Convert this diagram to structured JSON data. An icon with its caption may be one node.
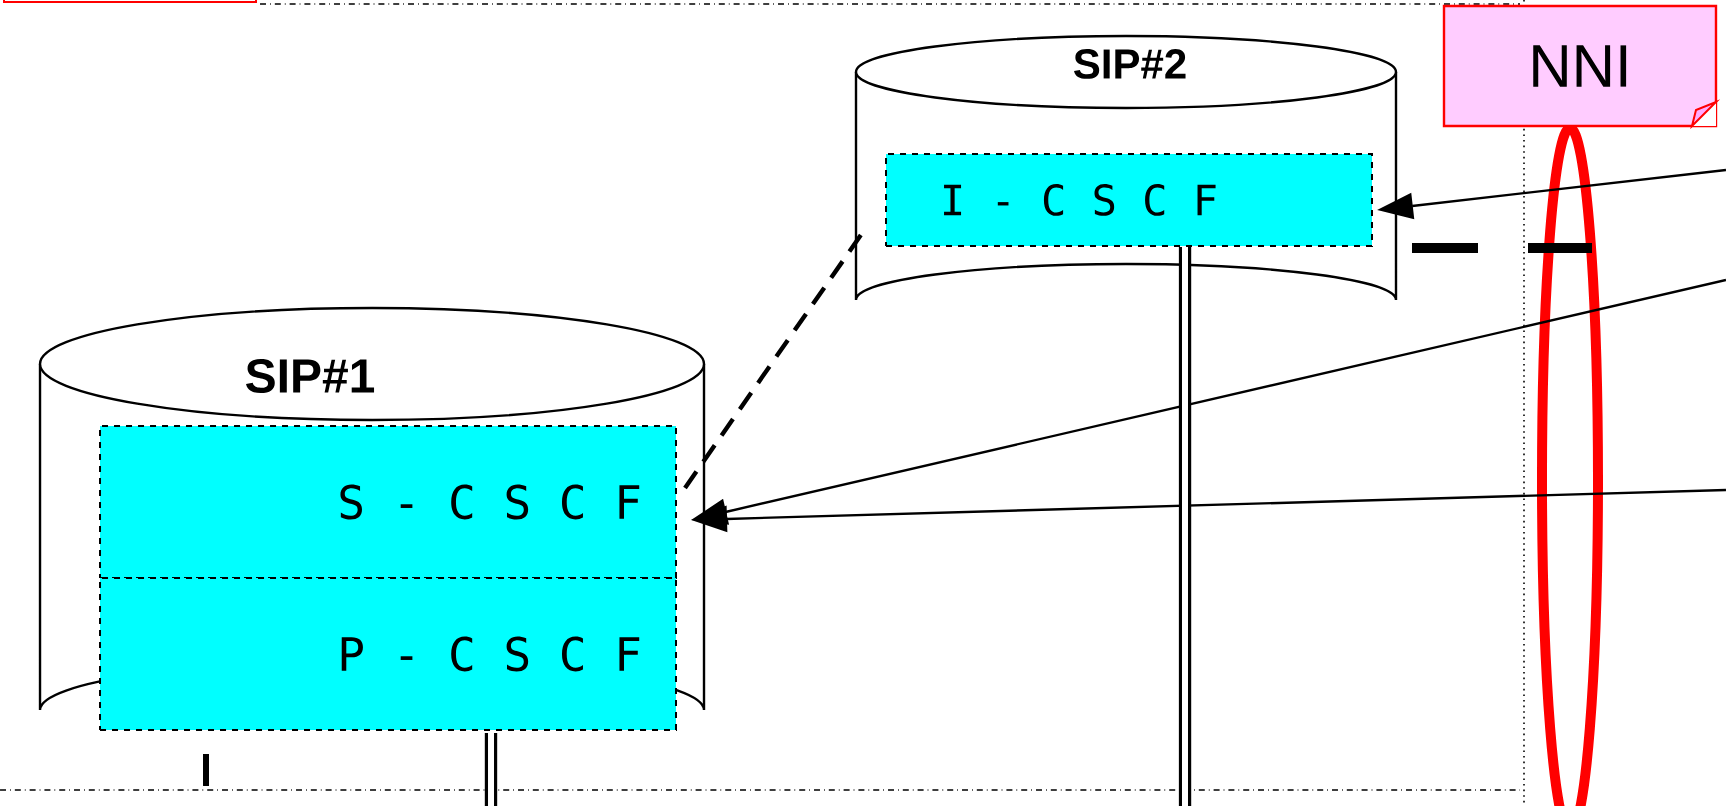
{
  "diagram": {
    "nodes": [
      {
        "text": [
          "SIP#2"
        ]
      },
      {
        "text": [
          "I - C S C F"
        ],
        "in": 0
      },
      {
        "text": [
          "SIP#1"
        ]
      },
      {
        "text": [
          "S - C S C F"
        ],
        "in": 2
      },
      {
        "text": [
          "P - C S C F"
        ],
        "in": 2
      },
      {
        "text": [
          "NNI"
        ]
      }
    ],
    "edges": [
      {
        "from": 3,
        "to": 0,
        "arrow": "none",
        "style": "dashed"
      },
      {
        "from": null,
        "to": 1,
        "arrow": "to"
      },
      {
        "from": null,
        "to": 3,
        "arrow": "to"
      },
      {
        "from": null,
        "to": 3,
        "arrow": "to"
      },
      {
        "from": 1,
        "to": null,
        "arrow": "none",
        "style": "thick"
      },
      {
        "from": 4,
        "to": null,
        "arrow": "none",
        "style": "thick"
      }
    ]
  }
}
